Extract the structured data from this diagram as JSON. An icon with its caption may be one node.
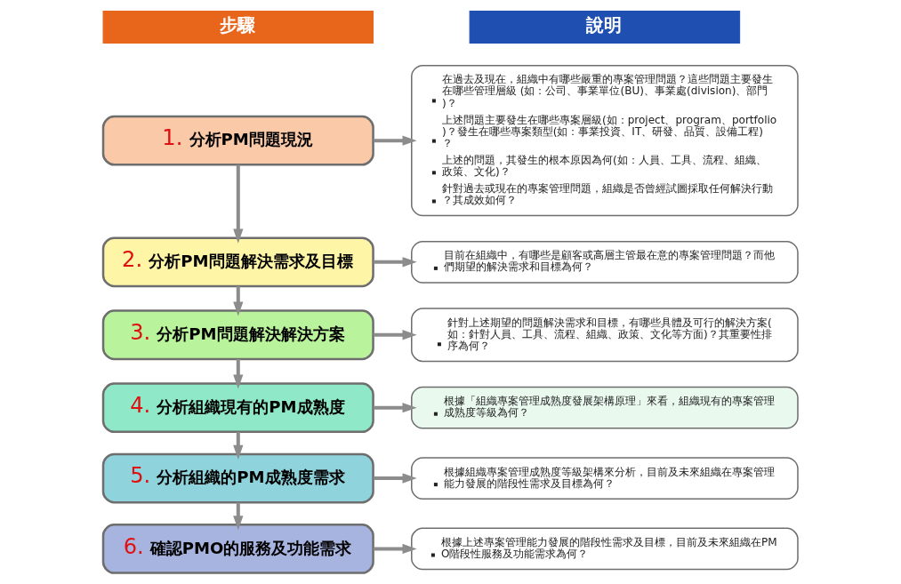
{
  "diagram": {
    "nodes": [
      {
        "text": [
          "步驟"
        ]
      },
      {
        "text": [
          "說明"
        ]
      },
      {
        "text": [
          "1. 分析PM問題現況"
        ]
      },
      {
        "text": [
          "2. 分析PM問題解決需求及目標"
        ]
      },
      {
        "text": [
          "3. 分析PM問題解決解決方案"
        ]
      },
      {
        "text": [
          "4. 分析組織現有的PM成熟度"
        ]
      },
      {
        "text": [
          "5. 分析組織的PM成熟度需求"
        ]
      },
      {
        "text": [
          "6. 確認PMO的服務及功能需求"
        ]
      },
      {
        "text": [
          "在過去及現在，組織中有哪些嚴重的專案管理問題？這些問題主要發生在哪些管理層級 (如：公司、事業單位(BU)、事業處(division)、部門)？",
          "上述問題主要發生在哪些專案層級(如：project、program、portfolio)？發生在哪些專案類型(如：事業投資、IT、研發、品質、設備工程)？",
          "上述的問題，其發生的根本原因為何(如：人員、工具、流程、組織、政策、文化)？",
          "針對過去或現在的專案管理問題，組織是否曾經試圖採取任何解決行動？其成效如何？"
        ]
      },
      {
        "text": [
          "目前在組織中，有哪些是顧客或高層主管最在意的專案管理問題？而他們期望的解決需求和目標為何？"
        ]
      },
      {
        "text": [
          "針對上述期望的問題解決需求和目標，有哪些具體及可行的解決方案(如：針對人員、工具、流程、組織、政策、文化等方面)？其重要性排序為何？"
        ]
      },
      {
        "text": [
          "根據「組織專案管理成熟度發展架構原理」來看，組織現有的專案管理成熟度等級為何？"
        ]
      },
      {
        "text": [
          "根據組織專案管理成熟度等級架構來分析，目前及未來組織在專案管理能力發展的階段性需求及目標為何？"
        ]
      },
      {
        "text": [
          "根據上述專案管理能力發展的階段性需求及目標，目前及未來組織在PMO階段性服務及功能需求為何？"
        ]
      }
    ],
    "edges": [
      {
        "from": 2,
        "to": 3,
        "arrow": "to"
      },
      {
        "from": 3,
        "to": 4,
        "arrow": "to"
      },
      {
        "from": 4,
        "to": 5,
        "arrow": "to"
      },
      {
        "from": 5,
        "to": 6,
        "arrow": "to"
      },
      {
        "from": 6,
        "to": 7,
        "arrow": "to"
      },
      {
        "from": 2,
        "to": 8,
        "arrow": "to"
      },
      {
        "from": 3,
        "to": 9,
        "arrow": "to"
      },
      {
        "from": 4,
        "to": 10,
        "arrow": "to"
      },
      {
        "from": 5,
        "to": 11,
        "arrow": "to"
      },
      {
        "from": 6,
        "to": 12,
        "arrow": "to"
      },
      {
        "from": 7,
        "to": 13,
        "arrow": "to"
      }
    ]
  }
}
